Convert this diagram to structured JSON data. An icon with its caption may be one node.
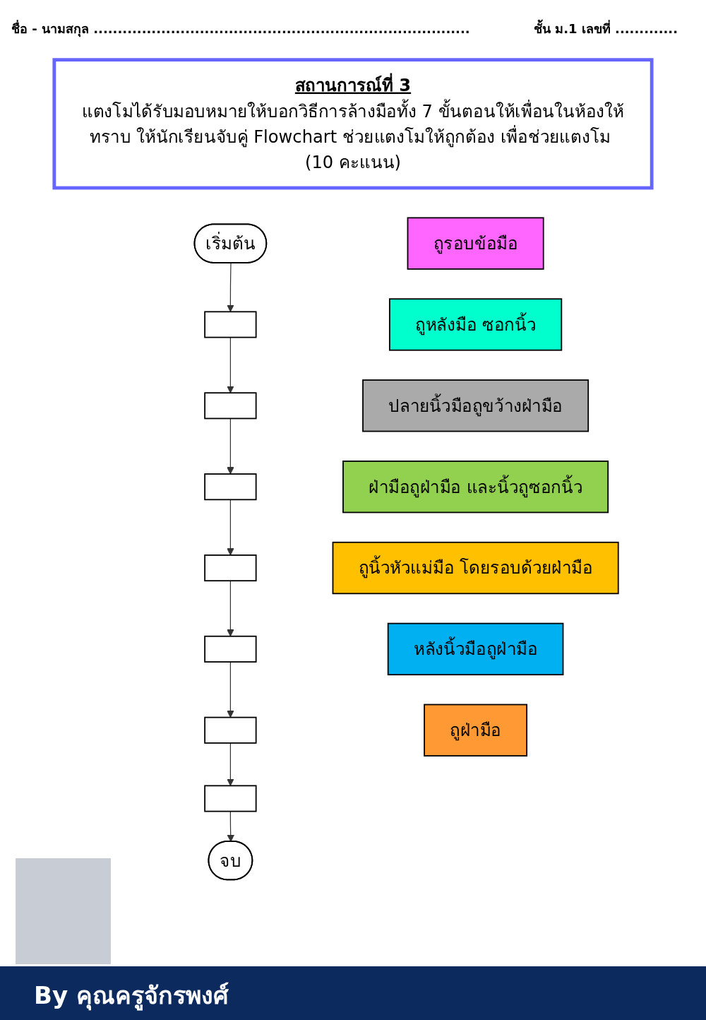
{
  "diagram": {
    "nodes": [
      {
        "text": [
          "สถานการณ์ที่ 3",
          "แตงโมได้รับมอบหมายให้บอกวิธีการล้างมือทั้ง 7 ขั้นตอนให้เพื่อนในห้องให้ทราบ ให้นักเรียนจับคู่ Flowchart ช่วยแตงโมให้ถูกต้อง เพื่อช่วยแตงโม (10 คะแนน)"
        ]
      },
      {
        "text": [
          "เริ่มต้น"
        ]
      },
      {
        "text": [],
        "shape": "box"
      },
      {
        "text": [],
        "shape": "box"
      },
      {
        "text": [],
        "shape": "box"
      },
      {
        "text": [],
        "shape": "box"
      },
      {
        "text": [],
        "shape": "box"
      },
      {
        "text": [],
        "shape": "box"
      },
      {
        "text": [],
        "shape": "box"
      },
      {
        "text": [
          "จบ"
        ]
      },
      {
        "text": [
          "ถูรอบข้อมือ"
        ]
      },
      {
        "text": [
          "ถูหลังมือ ซอกนิ้ว"
        ]
      },
      {
        "text": [
          "ปลายนิ้วมือถูขว้างฝ่ามือ"
        ]
      },
      {
        "text": [
          "ฝ่ามือถูฝ่ามือ และนิ้วถูซอกนิ้ว"
        ]
      },
      {
        "text": [
          "ถูนิ้วหัวแม่มือ โดยรอบด้วยฝ่ามือ"
        ]
      },
      {
        "text": [
          "หลังนิ้วมือถูฝ่ามือ"
        ]
      },
      {
        "text": [
          "ถูฝ่ามือ"
        ]
      }
    ],
    "edges": [
      {
        "from": 1,
        "to": 2,
        "arrow": "to"
      },
      {
        "from": 2,
        "to": 3,
        "arrow": "to"
      },
      {
        "from": 3,
        "to": 4,
        "arrow": "to"
      },
      {
        "from": 4,
        "to": 5,
        "arrow": "to"
      },
      {
        "from": 5,
        "to": 6,
        "arrow": "to"
      },
      {
        "from": 6,
        "to": 7,
        "arrow": "to"
      },
      {
        "from": 7,
        "to": 8,
        "arrow": "to"
      },
      {
        "from": 8,
        "to": 9,
        "arrow": "to"
      }
    ],
    "labels": [
      "ชื่อ - นามสกุล ..............................................................................",
      "ชั้น ม.1 เลขที่ .............",
      "By คุณครูจักรพงศ์"
    ]
  }
}
